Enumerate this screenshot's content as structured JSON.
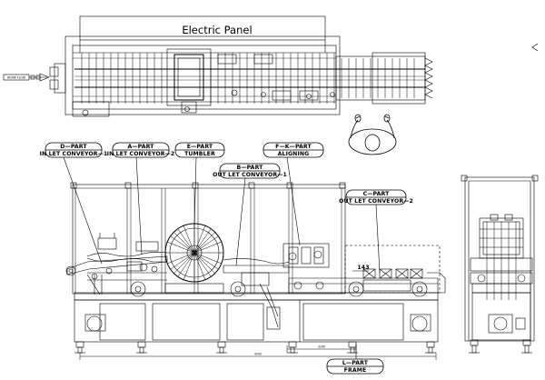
{
  "panel_title": "Electric Panel",
  "flow_label": "WORK FLOW",
  "parts": [
    {
      "id": "d",
      "code": "D—PART",
      "desc": "IN LET CONVEYOR—1"
    },
    {
      "id": "a",
      "code": "A—PART",
      "desc": "IN LET CONVEYOR—2"
    },
    {
      "id": "e",
      "code": "E—PART",
      "desc": "TUMBLER"
    },
    {
      "id": "fk",
      "code": "F—K—PART",
      "desc": "ALIGNING"
    },
    {
      "id": "b",
      "code": "B—PART",
      "desc": "OUT LET CONVEYOR—1"
    },
    {
      "id": "c",
      "code": "C—PART",
      "desc": "OUT LET CONVEYOR—2"
    },
    {
      "id": "l",
      "code": "L—PART",
      "desc": "FRAME"
    }
  ],
  "dims": {
    "overall": "4200",
    "inner": "3240",
    "small": "143"
  },
  "colors": {
    "line": "#000000",
    "background": "#ffffff"
  }
}
